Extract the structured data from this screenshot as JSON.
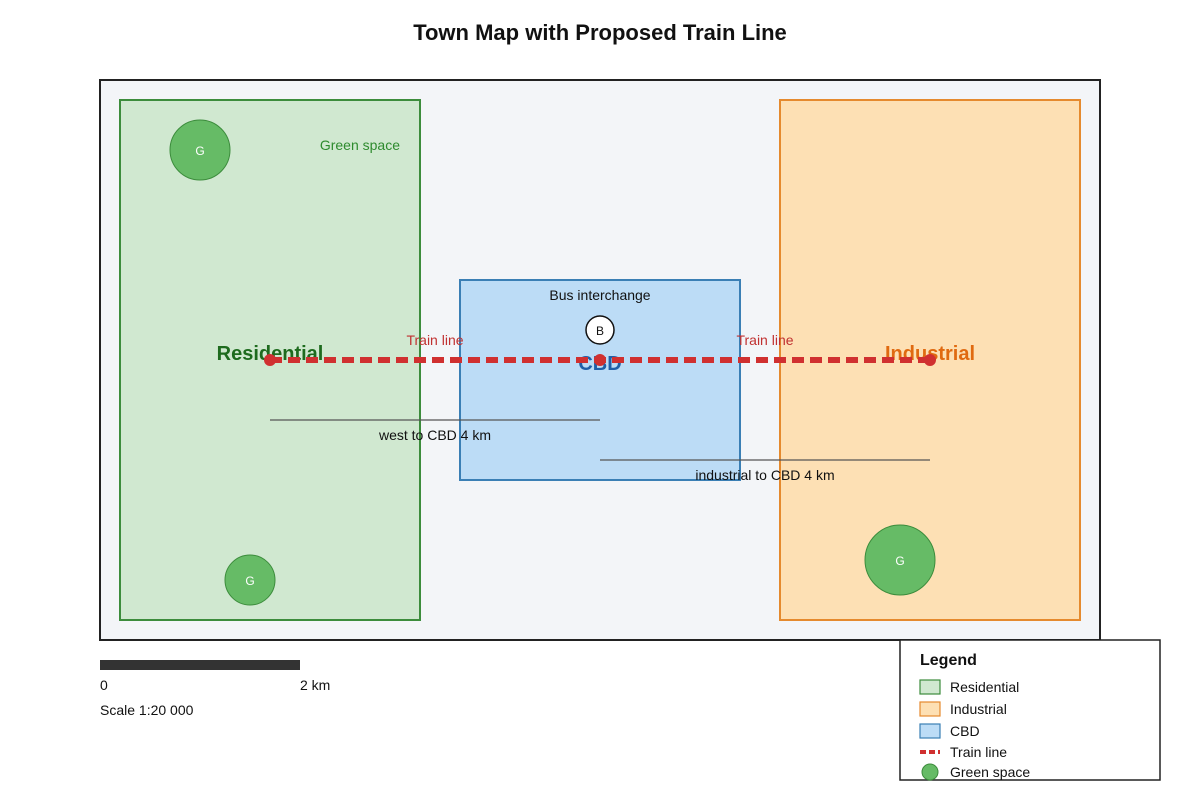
{
  "title": "Town Map with Proposed Train Line",
  "zones": {
    "residential": {
      "label": "Residential",
      "fill": "#d0e8d0",
      "stroke": "#3c8c3c",
      "text_color": "#1e6b1e"
    },
    "industrial": {
      "label": "Industrial",
      "fill": "#fde0b4",
      "stroke": "#e58a2e",
      "text_color": "#e06a10"
    },
    "cbd": {
      "label": "CBD",
      "fill": "#bcdcf6",
      "stroke": "#3a7fb5",
      "text_color": "#1f5fa8"
    }
  },
  "green_space": {
    "label": "Green space",
    "marker": "G",
    "fill": "#66bb66",
    "stroke": "#3c8c3c",
    "text_color": "#2e8b2e"
  },
  "bus": {
    "label": "Bus interchange",
    "marker": "B"
  },
  "train": {
    "label_left": "Train line",
    "label_right": "Train line",
    "color": "#d03030"
  },
  "distances": {
    "west": "west to CBD 4 km",
    "industrial": "industrial to CBD 4 km"
  },
  "scale": {
    "start": "0",
    "end": "2 km",
    "ratio": "Scale 1:20 000"
  },
  "legend": {
    "title": "Legend",
    "items": [
      {
        "label": "Residential",
        "icon": "residential-swatch"
      },
      {
        "label": "Industrial",
        "icon": "industrial-swatch"
      },
      {
        "label": "CBD",
        "icon": "cbd-swatch"
      },
      {
        "label": "Train line",
        "icon": "train-line-swatch"
      },
      {
        "label": "Green space",
        "icon": "green-space-swatch"
      }
    ]
  }
}
